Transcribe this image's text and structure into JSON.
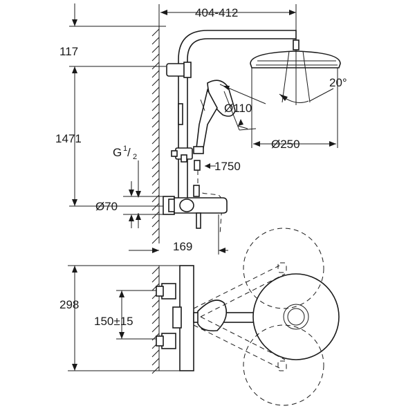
{
  "dimensions": {
    "width_range": "404-412",
    "top_height": "117",
    "total_height": "1471",
    "thread_main": "G",
    "thread_num": "1",
    "thread_den": "2",
    "hand_shower_diameter": "Ø110",
    "head_shower_diameter": "Ø250",
    "tilt_angle": "20°",
    "outlet_height": "1750",
    "escutcheon_diameter": "Ø70",
    "projection": "169",
    "plan_depth": "298",
    "center_distance": "150±15"
  }
}
